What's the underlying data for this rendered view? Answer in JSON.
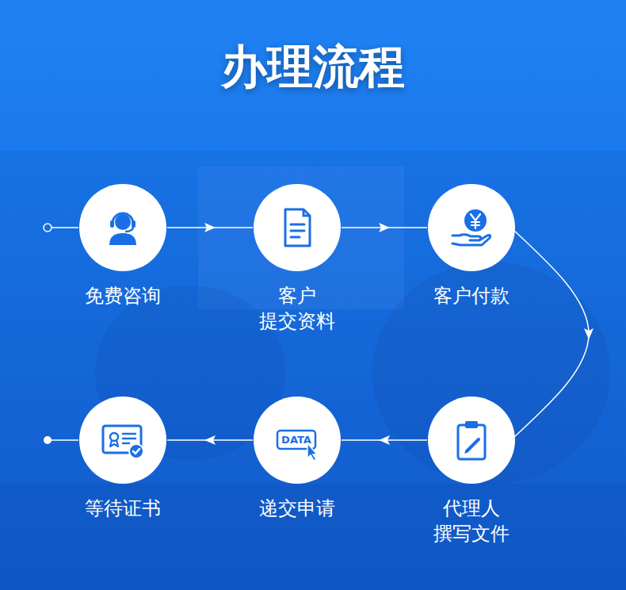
{
  "diagram": {
    "title": "办理流程",
    "nodes": [
      {
        "text": [
          "免费咨询"
        ]
      },
      {
        "text": [
          "客户 提交资料"
        ]
      },
      {
        "text": [
          "客户付款"
        ]
      },
      {
        "text": [
          "代理人 撰写文件"
        ]
      },
      {
        "text": [
          "递交申请"
        ]
      },
      {
        "text": [
          "等待证书"
        ]
      }
    ],
    "edges": [
      {
        "from": 0,
        "to": 1,
        "arrow": "to"
      },
      {
        "from": 1,
        "to": 2,
        "arrow": "to"
      },
      {
        "from": 2,
        "to": 3,
        "arrow": "to"
      },
      {
        "from": 3,
        "to": 4,
        "arrow": "to"
      },
      {
        "from": 4,
        "to": 5,
        "arrow": "to"
      }
    ],
    "labels": [
      "DATA"
    ]
  }
}
